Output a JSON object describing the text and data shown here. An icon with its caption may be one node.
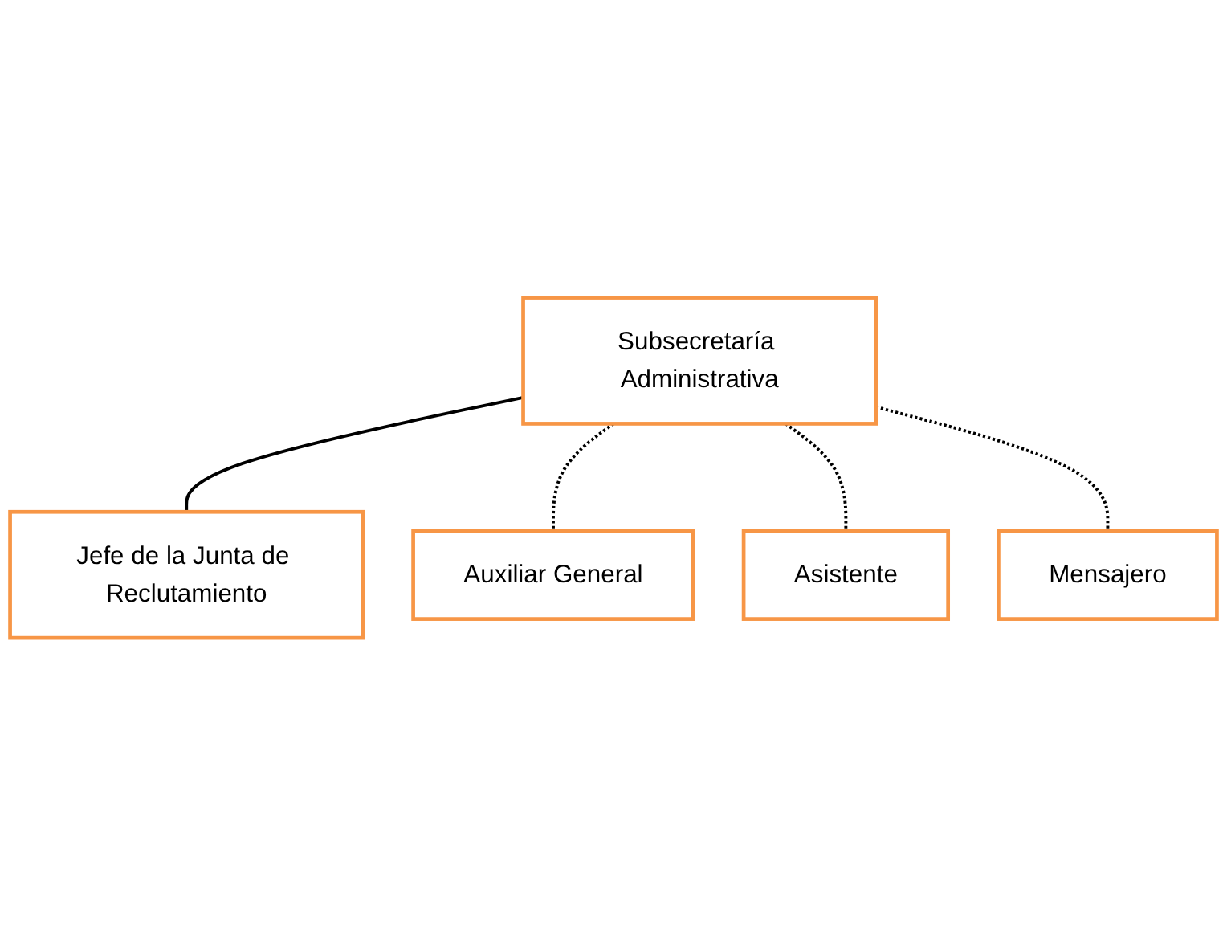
{
  "diagram": {
    "nodes": [
      {
        "text": [
          "Subsecretaría Administrativa"
        ]
      },
      {
        "text": [
          "Auxiliar General"
        ]
      },
      {
        "text": [
          "Asistente"
        ]
      },
      {
        "text": [
          "Mensajero"
        ]
      },
      {
        "text": [
          "Jefe de la Junta de Reclutamiento"
        ]
      }
    ],
    "edges": [
      {
        "from": 0,
        "to": 4,
        "arrow": "none"
      },
      {
        "from": 0,
        "to": 1,
        "arrow": "none",
        "style": "dashed"
      },
      {
        "from": 0,
        "to": 2,
        "arrow": "none",
        "style": "dashed"
      },
      {
        "from": 0,
        "to": 3,
        "arrow": "none",
        "style": "dashed"
      }
    ]
  }
}
